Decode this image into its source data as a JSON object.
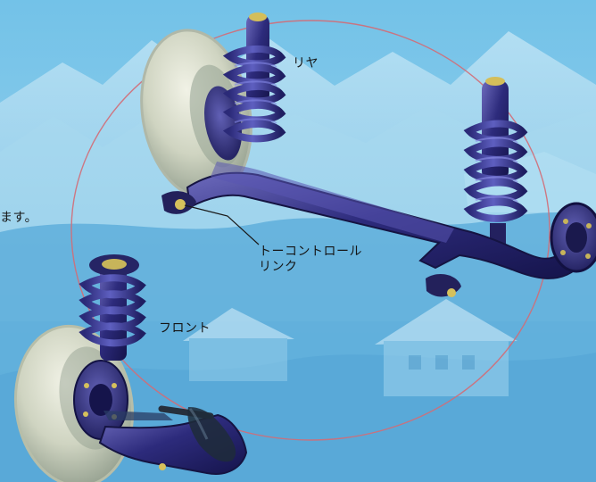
{
  "labels": {
    "rear": "リヤ",
    "front": "フロント",
    "toe_control_link_line1": "トーコントロール",
    "toe_control_link_line2": "リンク",
    "clipped_sentence_end": "ます。"
  },
  "colors": {
    "background_sky": "#6fb9df",
    "mountain": "#9fd3ed",
    "ground": "#63afd8",
    "suspension_metal": "#2c2b76",
    "spring": "#3b3b97",
    "tire": "#d8ddc8",
    "outline_circle": "#d36b75",
    "text": "#151515"
  },
  "icons": {
    "rear_axle": "rear-axle-illustration",
    "front_suspension": "front-suspension-illustration"
  }
}
